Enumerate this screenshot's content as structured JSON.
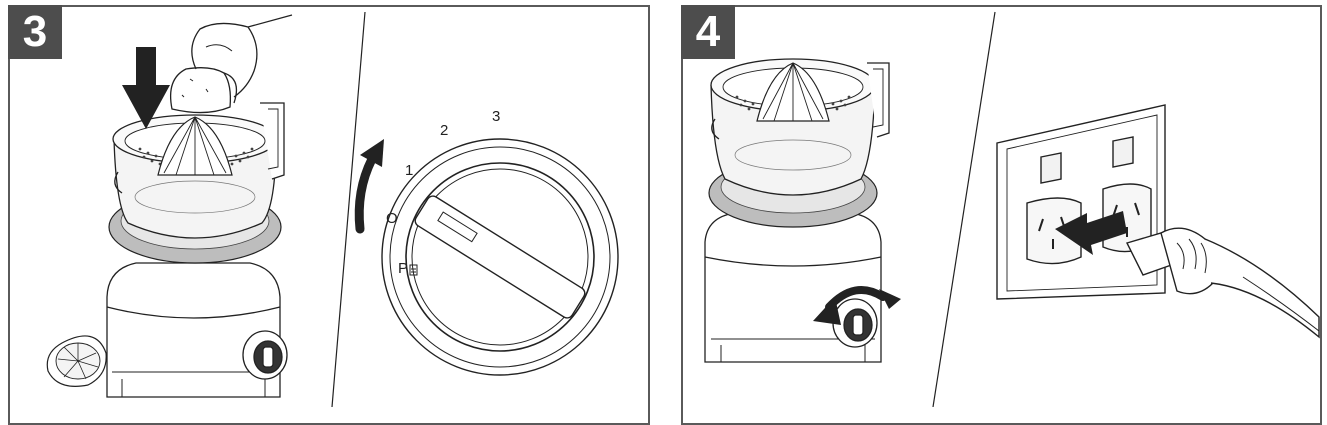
{
  "steps": [
    {
      "number": "3",
      "dial_labels": {
        "one": "1",
        "two": "2",
        "three": "3",
        "off": "O",
        "pulse": "P"
      }
    },
    {
      "number": "4"
    }
  ],
  "colors": {
    "badge": "#4d4d4d",
    "border": "#5a5a5a",
    "line": "#222222",
    "ring_grey": "#bdbdbd",
    "light_fill": "#f2f2f2"
  },
  "icons": [
    "press-down-arrow-icon",
    "rotate-clockwise-arrow-icon",
    "rotate-dial-arrow-icon",
    "plug-in-arrow-icon"
  ]
}
